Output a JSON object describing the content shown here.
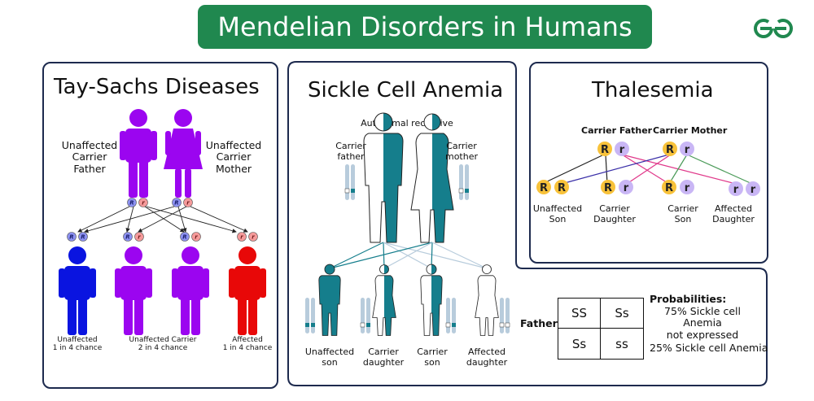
{
  "header": {
    "title": "Mendelian Disorders in Humans",
    "logo": "geeksforgeeks-logo"
  },
  "colors": {
    "header_green": "#20884f",
    "panel_border": "#1d2a4e",
    "purple": "#9b05f0",
    "blue": "#0a14e0",
    "red": "#e80808",
    "teal": "#157e8c",
    "yellow": "#f8c23a",
    "lavender": "#c9b6f5"
  },
  "tay_sachs": {
    "title": "Tay-Sachs Diseases",
    "parent_left": "Unaffected\nCarrier\nFather",
    "parent_right": "Unaffected\nCarrier\nMother",
    "allele_R": "R",
    "allele_r": "r",
    "children": [
      {
        "label": "Unaffected\n1 in 4 chance"
      },
      {
        "label": "Unaffected Carrier\n2 in 4 chance"
      },
      {
        "label": "Affected\n1 in 4 chance"
      }
    ]
  },
  "sickle": {
    "title": "Sickle Cell Anemia",
    "subtitle": "Autosomal recessive",
    "father": "Carrier\nfather",
    "mother": "Carrier\nmother",
    "children": [
      "Unaffected\nson",
      "Carrier\ndaughter",
      "Carrier\nson",
      "Affected\ndaughter"
    ],
    "cross_label": "Father",
    "punnett": [
      "SS",
      "Ss",
      "Ss",
      "ss"
    ],
    "prob_title": "Probabilities:",
    "prob_1": "75% Sickle cell Anemia\nnot expressed",
    "prob_2": "25% Sickle cell Anemia"
  },
  "thalesemia": {
    "title": "Thalesemia",
    "father": "Carrier Father",
    "mother": "Carrier Mother",
    "children": [
      "Unaffected\nSon",
      "Carrier\nDaughter",
      "Carrier\nSon",
      "Affected\nDaughter"
    ],
    "allele_R": "R",
    "allele_r": "r"
  }
}
